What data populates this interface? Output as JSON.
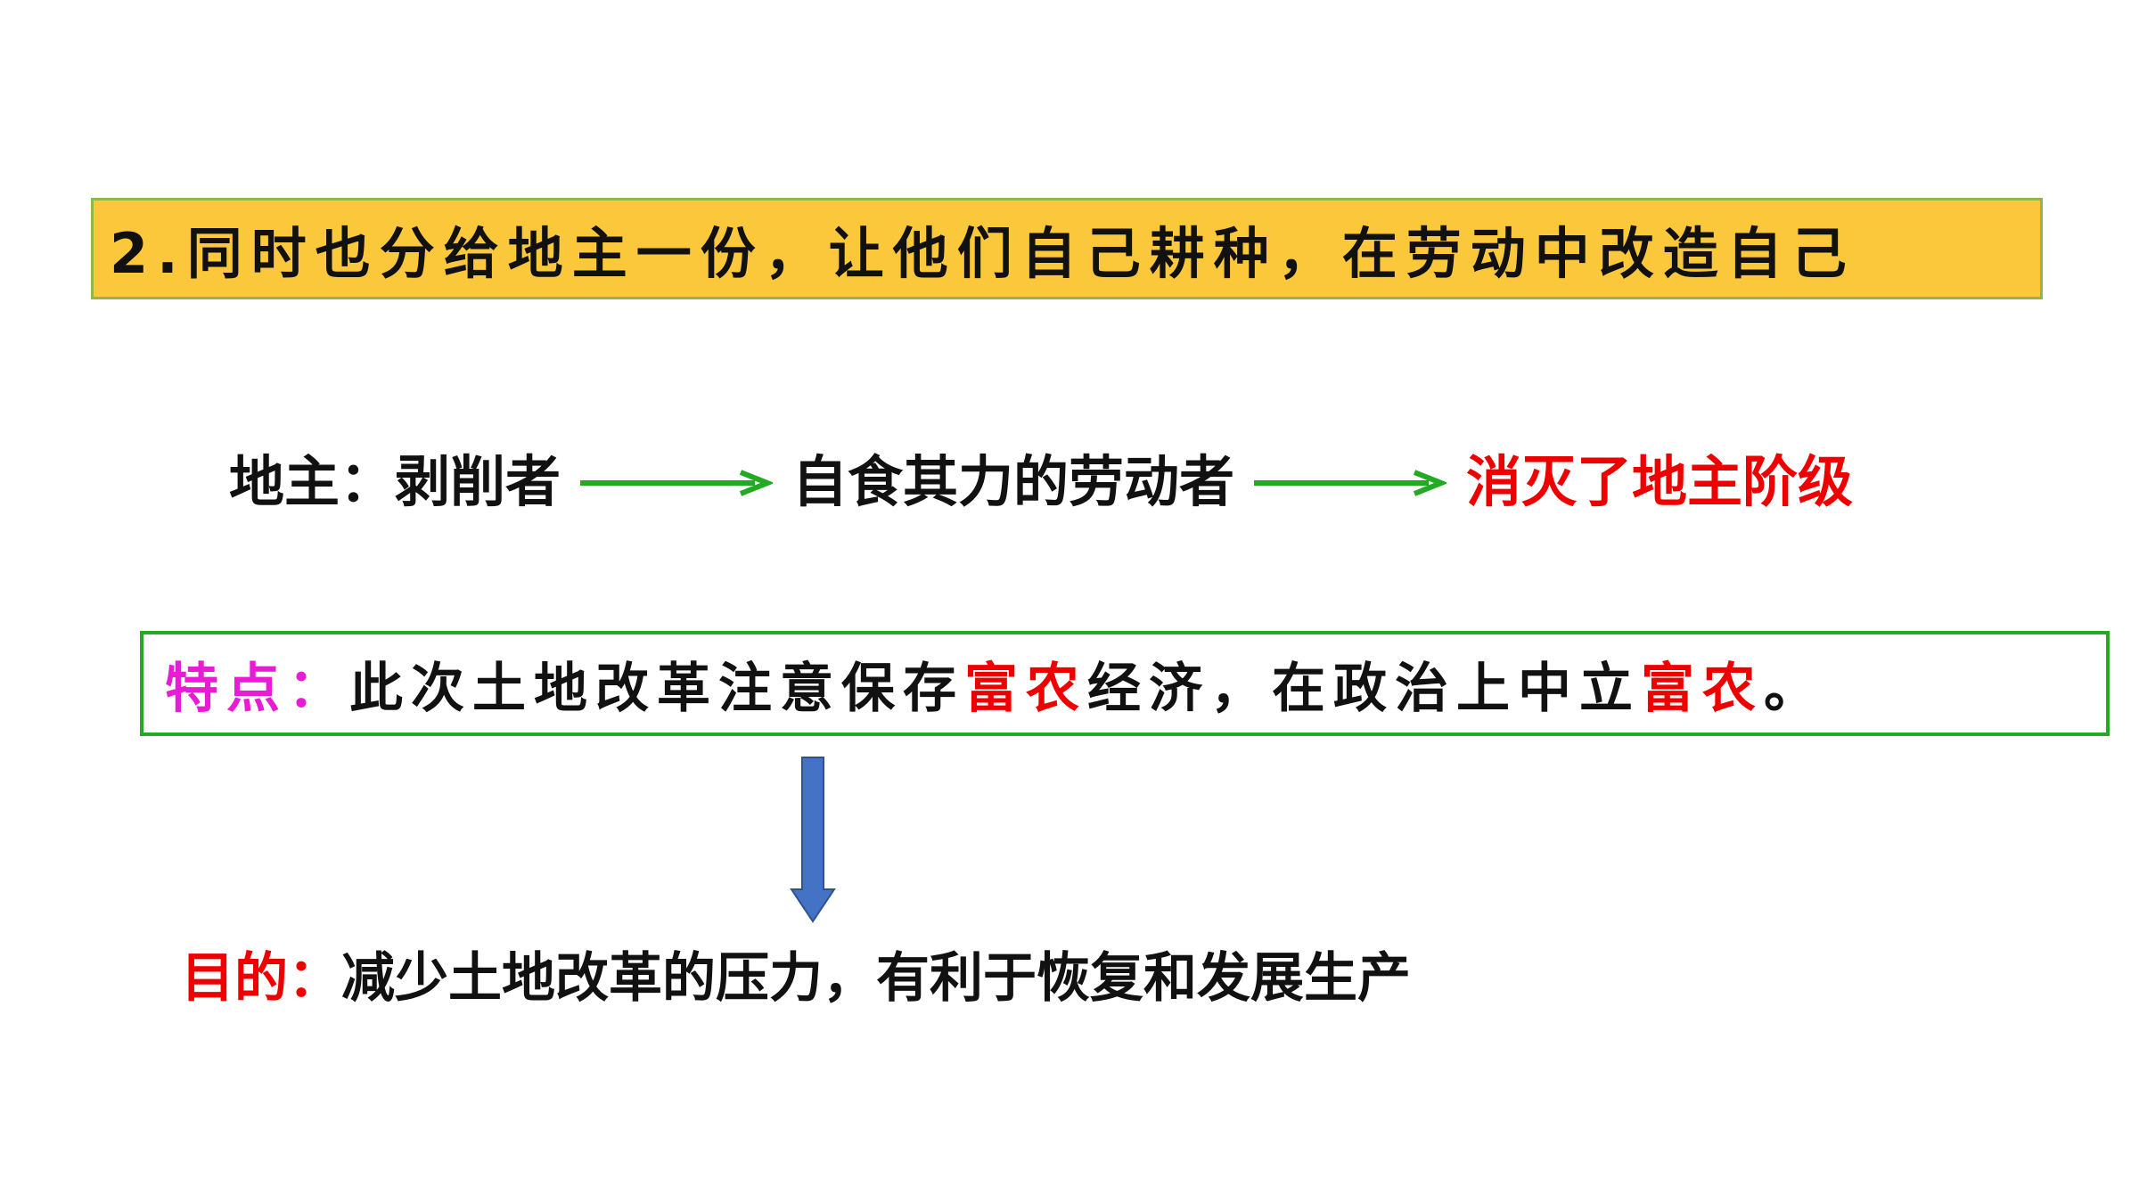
{
  "heading": "2.同时也分给地主一份，让他们自己耕种，在劳动中改造自己",
  "flow": {
    "label": "地主：剥削者",
    "middle": "自食其力的劳动者",
    "result": "消灭了地主阶级"
  },
  "feature": {
    "label": "特点：",
    "segments": [
      "此次土地改革注意保存",
      "富农",
      "经济，在政治上中立",
      "富农",
      "。"
    ]
  },
  "purpose": {
    "label": "目的：",
    "text": "减少土地改革的压力，有利于恢复和发展生产"
  },
  "colors": {
    "title_background": "#fcc83b",
    "title_border": "#8fb84a",
    "arrow_green": "#22aa22",
    "highlight_red": "#ee0000",
    "label_magenta": "#e81cd4",
    "down_arrow_blue": "#4472c4"
  }
}
